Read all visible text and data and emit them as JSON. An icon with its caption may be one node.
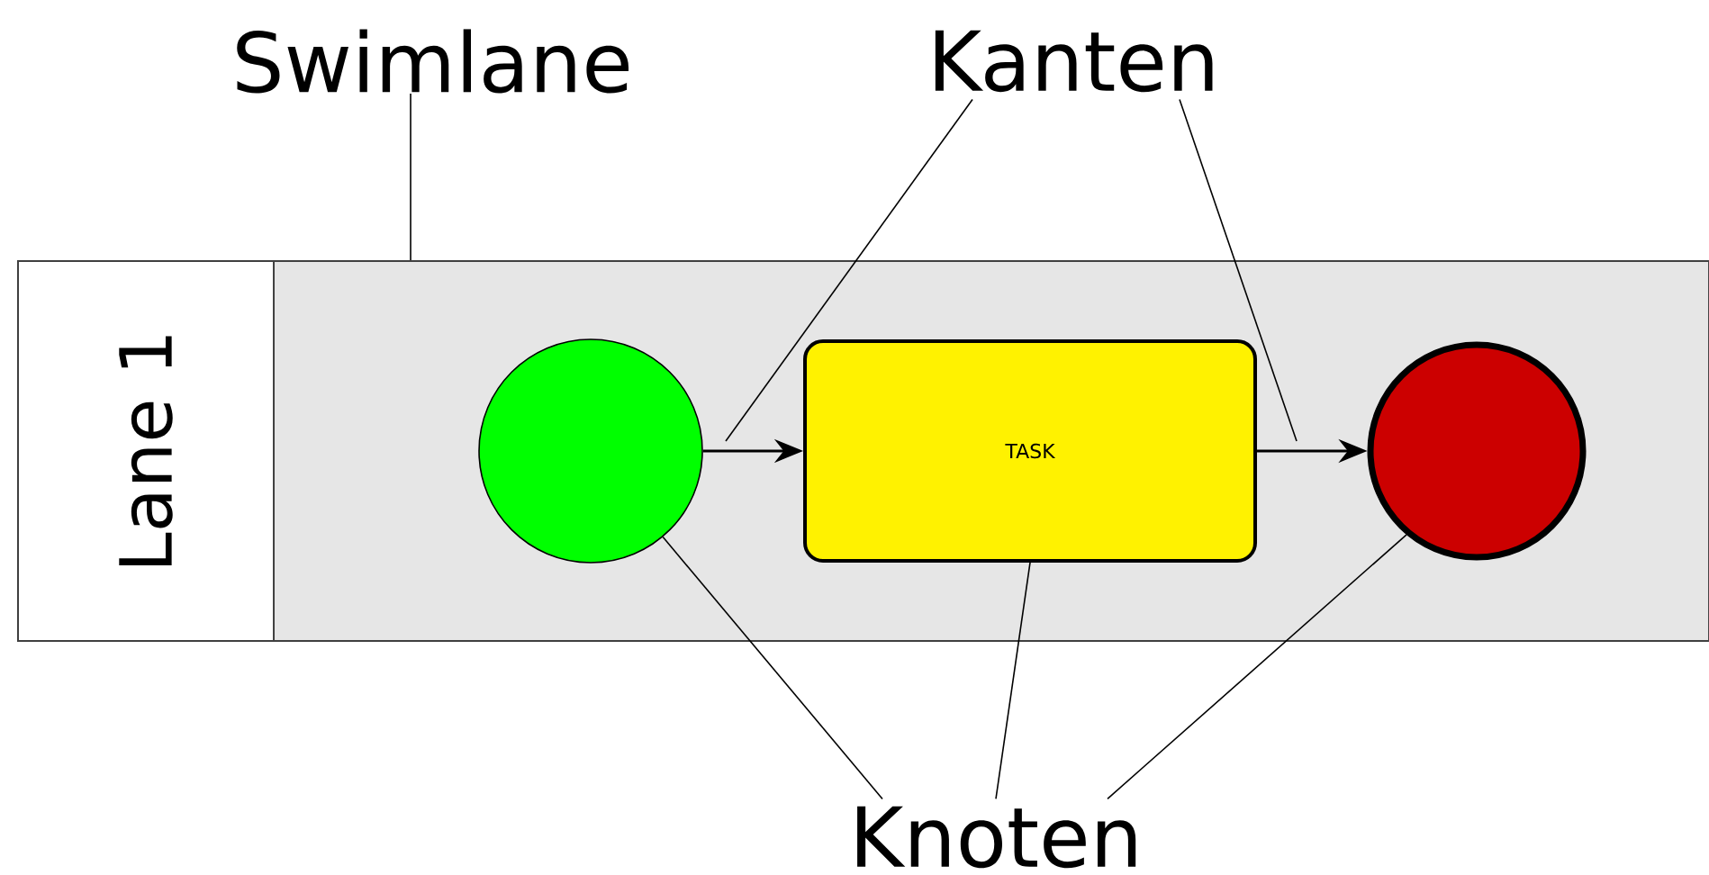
{
  "diagram": {
    "nodes": [
      {
        "text": [
          "Lane 1"
        ]
      },
      {
        "text": [],
        "shape": "circle",
        "in": 0
      },
      {
        "text": [
          "TASK"
        ],
        "in": 0
      },
      {
        "text": [],
        "shape": "circle",
        "in": 0
      },
      {
        "text": [
          "Swimlane"
        ]
      },
      {
        "text": [
          "Kanten"
        ]
      },
      {
        "text": [
          "Knoten"
        ]
      }
    ],
    "edges": [
      {
        "from": 1,
        "to": 2,
        "arrow": "to"
      },
      {
        "from": 2,
        "to": 3,
        "arrow": "to"
      },
      {
        "from": 4,
        "to": 0,
        "arrow": "none"
      },
      {
        "from": 5,
        "to": null,
        "arrow": "none"
      },
      {
        "from": 5,
        "to": null,
        "arrow": "none"
      },
      {
        "from": 6,
        "to": 1,
        "arrow": "none"
      },
      {
        "from": 6,
        "to": 2,
        "arrow": "none"
      },
      {
        "from": 6,
        "to": 3,
        "arrow": "none"
      }
    ]
  }
}
